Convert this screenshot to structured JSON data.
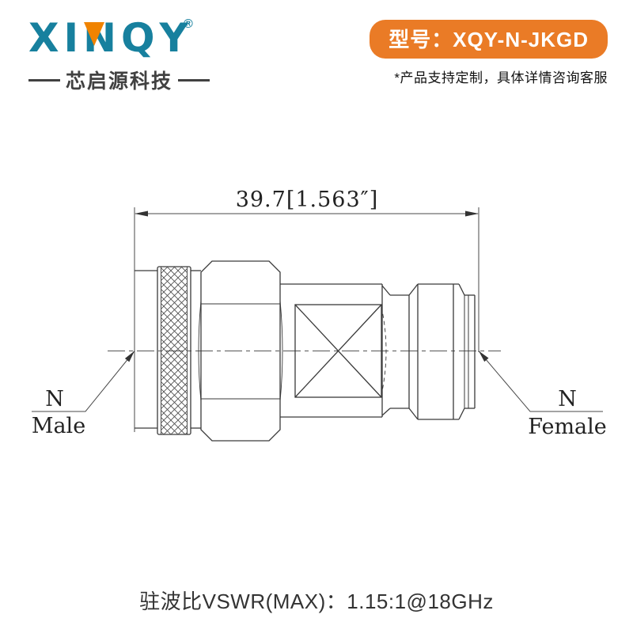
{
  "brand": {
    "logo_text": "XINQY",
    "registered_mark": "®",
    "tagline": "芯启源科技",
    "logo_color": "#17809E",
    "logo_accent_color": "#F08300"
  },
  "header": {
    "model_badge": "型号：XQY-N-JKGD",
    "badge_color": "#EA7B26",
    "note": "*产品支持定制，具体详情咨询客服"
  },
  "drawing": {
    "dimension_label": "39.7[1.563″]",
    "male": {
      "line1": "N",
      "line2": "Male"
    },
    "female": {
      "line1": "N",
      "line2": "Female"
    },
    "line_color": "#3a3a3a"
  },
  "spec": {
    "vswr": "驻波比VSWR(MAX)：1.15:1@18GHz"
  }
}
